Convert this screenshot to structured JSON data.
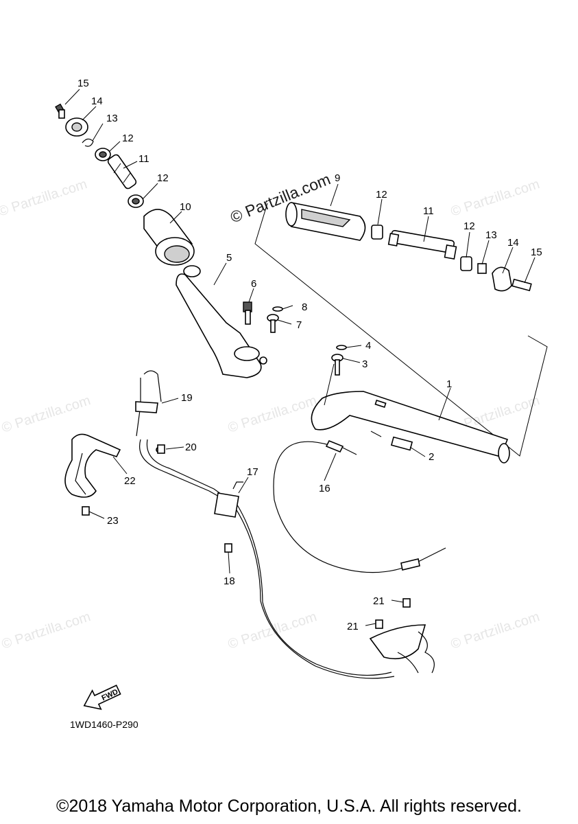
{
  "watermark": {
    "main_text": "© Partzilla.com",
    "faint_text": "© Partzilla.com"
  },
  "callouts": [
    "1",
    "2",
    "3",
    "4",
    "5",
    "6",
    "7",
    "8",
    "9",
    "10",
    "11",
    "11",
    "12",
    "12",
    "12",
    "12",
    "13",
    "13",
    "14",
    "14",
    "15",
    "15",
    "16",
    "17",
    "18",
    "19",
    "20",
    "21",
    "21",
    "22",
    "23"
  ],
  "fwd_label": "FWD",
  "diagram_code": "1WD1460-P290",
  "copyright": "©2018 Yamaha Motor Corporation, U.S.A. All rights reserved.",
  "colors": {
    "line": "#000000",
    "watermark": "#e6e6e6",
    "background": "#ffffff"
  }
}
